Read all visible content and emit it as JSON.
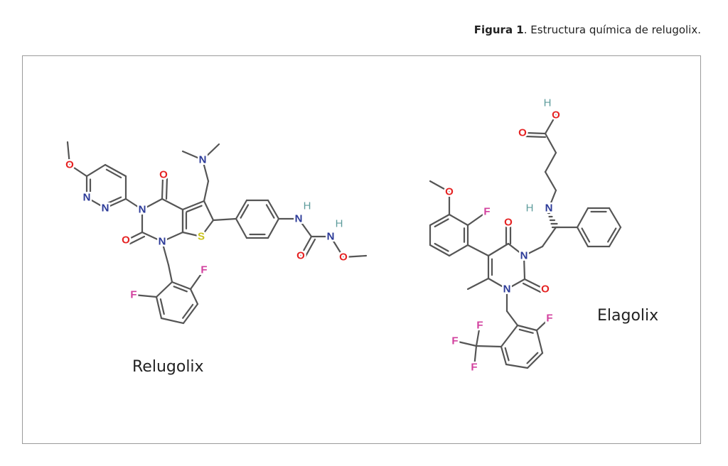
{
  "caption": {
    "label": "Figura 1",
    "text": ". Estructura química de relugolix."
  },
  "molecules": [
    {
      "name": "Relugolix"
    },
    {
      "name": "Elagolix"
    }
  ],
  "atoms": {
    "N": "N",
    "O": "O",
    "F": "F",
    "S": "S",
    "H": "H"
  },
  "colors": {
    "nitrogen": "#2b3a98",
    "oxygen": "#e52222",
    "fluorine": "#d2409e",
    "sulfur": "#c9c21c",
    "hydrogen": "#5e9c9c",
    "bond": "#555555"
  }
}
